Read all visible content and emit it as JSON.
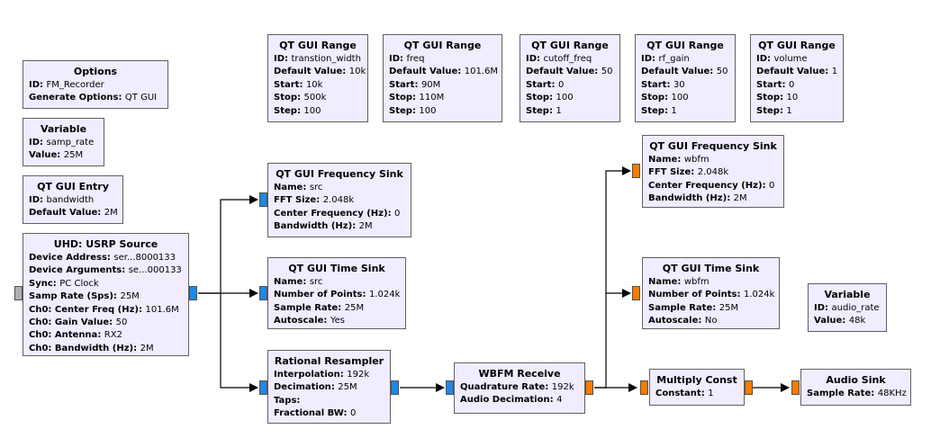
{
  "blocks": {
    "options": {
      "title": "Options",
      "params": [
        {
          "k": "ID",
          "v": "FM_Recorder"
        },
        {
          "k": "Generate Options",
          "v": "QT GUI"
        }
      ]
    },
    "var_samp_rate": {
      "title": "Variable",
      "params": [
        {
          "k": "ID",
          "v": "samp_rate"
        },
        {
          "k": "Value",
          "v": "25M"
        }
      ]
    },
    "entry_bandwidth": {
      "title": "QT GUI Entry",
      "params": [
        {
          "k": "ID",
          "v": "bandwidth"
        },
        {
          "k": "Default Value",
          "v": "2M"
        }
      ]
    },
    "usrp_source": {
      "title": "UHD: USRP Source",
      "params": [
        {
          "k": "Device Address",
          "v": "ser...8000133"
        },
        {
          "k": "Device Arguments",
          "v": "se...000133"
        },
        {
          "k": "Sync",
          "v": "PC Clock"
        },
        {
          "k": "Samp Rate (Sps)",
          "v": "25M"
        },
        {
          "k": "Ch0: Center Freq (Hz)",
          "v": "101.6M"
        },
        {
          "k": "Ch0: Gain Value",
          "v": "50"
        },
        {
          "k": "Ch0: Antenna",
          "v": "RX2"
        },
        {
          "k": "Ch0: Bandwidth (Hz)",
          "v": "2M"
        }
      ]
    },
    "range_transition": {
      "title": "QT GUI Range",
      "params": [
        {
          "k": "ID",
          "v": "transtion_width"
        },
        {
          "k": "Default Value",
          "v": "10k"
        },
        {
          "k": "Start",
          "v": "10k"
        },
        {
          "k": "Stop",
          "v": "500k"
        },
        {
          "k": "Step",
          "v": "100"
        }
      ]
    },
    "range_freq": {
      "title": "QT GUI Range",
      "params": [
        {
          "k": "ID",
          "v": "freq"
        },
        {
          "k": "Default Value",
          "v": "101.6M"
        },
        {
          "k": "Start",
          "v": "90M"
        },
        {
          "k": "Stop",
          "v": "110M"
        },
        {
          "k": "Step",
          "v": "100"
        }
      ]
    },
    "range_cutoff": {
      "title": "QT GUI Range",
      "params": [
        {
          "k": "ID",
          "v": "cutoff_freq"
        },
        {
          "k": "Default Value",
          "v": "50"
        },
        {
          "k": "Start",
          "v": "0"
        },
        {
          "k": "Stop",
          "v": "100"
        },
        {
          "k": "Step",
          "v": "1"
        }
      ]
    },
    "range_rf_gain": {
      "title": "QT GUI Range",
      "params": [
        {
          "k": "ID",
          "v": "rf_gain"
        },
        {
          "k": "Default Value",
          "v": "50"
        },
        {
          "k": "Start",
          "v": "30"
        },
        {
          "k": "Stop",
          "v": "100"
        },
        {
          "k": "Step",
          "v": "1"
        }
      ]
    },
    "range_volume": {
      "title": "QT GUI Range",
      "params": [
        {
          "k": "ID",
          "v": "volume"
        },
        {
          "k": "Default Value",
          "v": "1"
        },
        {
          "k": "Start",
          "v": "0"
        },
        {
          "k": "Stop",
          "v": "10"
        },
        {
          "k": "Step",
          "v": "1"
        }
      ]
    },
    "freq_sink_src": {
      "title": "QT GUI Frequency Sink",
      "params": [
        {
          "k": "Name",
          "v": "src"
        },
        {
          "k": "FFT Size",
          "v": "2.048k"
        },
        {
          "k": "Center Frequency (Hz)",
          "v": "0"
        },
        {
          "k": "Bandwidth (Hz)",
          "v": "2M"
        }
      ]
    },
    "time_sink_src": {
      "title": "QT GUI Time Sink",
      "params": [
        {
          "k": "Name",
          "v": "src"
        },
        {
          "k": "Number of Points",
          "v": "1.024k"
        },
        {
          "k": "Sample Rate",
          "v": "25M"
        },
        {
          "k": "Autoscale",
          "v": "Yes"
        }
      ]
    },
    "resampler": {
      "title": "Rational Resampler",
      "params": [
        {
          "k": "Interpolation",
          "v": "192k"
        },
        {
          "k": "Decimation",
          "v": "25M"
        },
        {
          "k": "Taps",
          "v": ""
        },
        {
          "k": "Fractional BW",
          "v": "0"
        }
      ]
    },
    "wbfm_receive": {
      "title": "WBFM Receive",
      "params": [
        {
          "k": "Quadrature Rate",
          "v": "192k"
        },
        {
          "k": "Audio Decimation",
          "v": "4"
        }
      ]
    },
    "freq_sink_wbfm": {
      "title": "QT GUI Frequency Sink",
      "params": [
        {
          "k": "Name",
          "v": "wbfm"
        },
        {
          "k": "FFT Size",
          "v": "2.048k"
        },
        {
          "k": "Center Frequency (Hz)",
          "v": "0"
        },
        {
          "k": "Bandwidth (Hz)",
          "v": "2M"
        }
      ]
    },
    "time_sink_wbfm": {
      "title": "QT GUI Time Sink",
      "params": [
        {
          "k": "Name",
          "v": "wbfm"
        },
        {
          "k": "Number of Points",
          "v": "1.024k"
        },
        {
          "k": "Sample Rate",
          "v": "25M"
        },
        {
          "k": "Autoscale",
          "v": "No"
        }
      ]
    },
    "multiply_const": {
      "title": "Multiply Const",
      "params": [
        {
          "k": "Constant",
          "v": "1"
        }
      ]
    },
    "audio_sink": {
      "title": "Audio Sink",
      "params": [
        {
          "k": "Sample Rate",
          "v": "48KHz"
        }
      ]
    },
    "var_audio_rate": {
      "title": "Variable",
      "params": [
        {
          "k": "ID",
          "v": "audio_rate"
        },
        {
          "k": "Value",
          "v": "48k"
        }
      ]
    }
  },
  "connections": [
    {
      "from": "usrp_source",
      "to": "freq_sink_src"
    },
    {
      "from": "usrp_source",
      "to": "time_sink_src"
    },
    {
      "from": "usrp_source",
      "to": "resampler"
    },
    {
      "from": "resampler",
      "to": "wbfm_receive"
    },
    {
      "from": "wbfm_receive",
      "to": "freq_sink_wbfm"
    },
    {
      "from": "wbfm_receive",
      "to": "time_sink_wbfm"
    },
    {
      "from": "wbfm_receive",
      "to": "multiply_const"
    },
    {
      "from": "multiply_const",
      "to": "audio_sink"
    }
  ],
  "colors": {
    "block_fill": "#f1ecff",
    "complex_port": "#1e88e5",
    "float_port": "#f57c00",
    "message_port": "#b0b0b0"
  }
}
